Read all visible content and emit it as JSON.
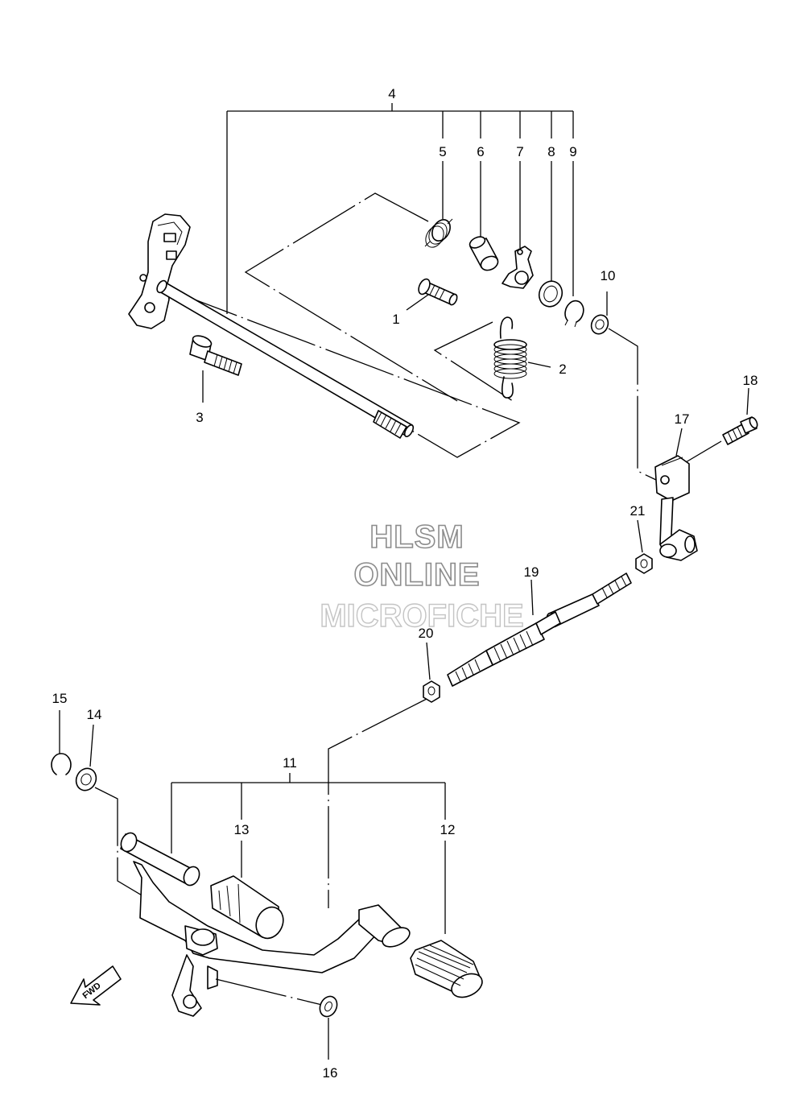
{
  "watermark": {
    "line1": "HLSM",
    "line2": "ONLINE",
    "line3": "MICROFICHE"
  },
  "fwd_label": "FWD",
  "callouts": {
    "c1": "1",
    "c2": "2",
    "c3": "3",
    "c4": "4",
    "c5": "5",
    "c6": "6",
    "c7": "7",
    "c8": "8",
    "c9": "9",
    "c10": "10",
    "c11": "11",
    "c12": "12",
    "c13": "13",
    "c14": "14",
    "c15": "15",
    "c16": "16",
    "c17": "17",
    "c18": "18",
    "c19": "19",
    "c20": "20",
    "c21": "21"
  }
}
